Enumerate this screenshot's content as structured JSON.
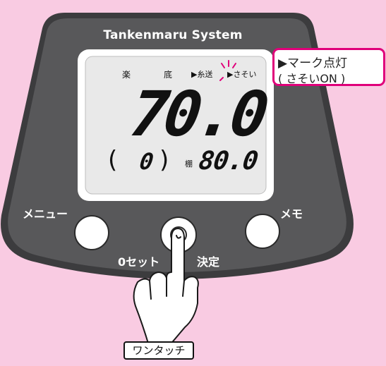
{
  "device": {
    "title": "Tankenmaru System",
    "body_color": "#58585a",
    "rim_color": "#3c3c3e"
  },
  "lcd": {
    "mode_indicators": {
      "raku": "楽",
      "soko": "底",
      "itoso": "▶糸送",
      "sasoi": "▶さそい"
    },
    "main_value": "70.0",
    "sub_value_open": "(",
    "sub_value": "0",
    "sub_value_close": ")",
    "tana_label": "棚",
    "tana_value": "80.0",
    "blink_color": "#e0007a"
  },
  "buttons": {
    "menu_label": "メニュー",
    "memo_label": "メモ",
    "zero_set_label": "0セット",
    "confirm_label": "決定"
  },
  "callout": {
    "line1": "▶マーク点灯",
    "line2": "( さそいON )",
    "border_color": "#e0007a"
  },
  "gesture": {
    "label": "ワンタッチ"
  }
}
